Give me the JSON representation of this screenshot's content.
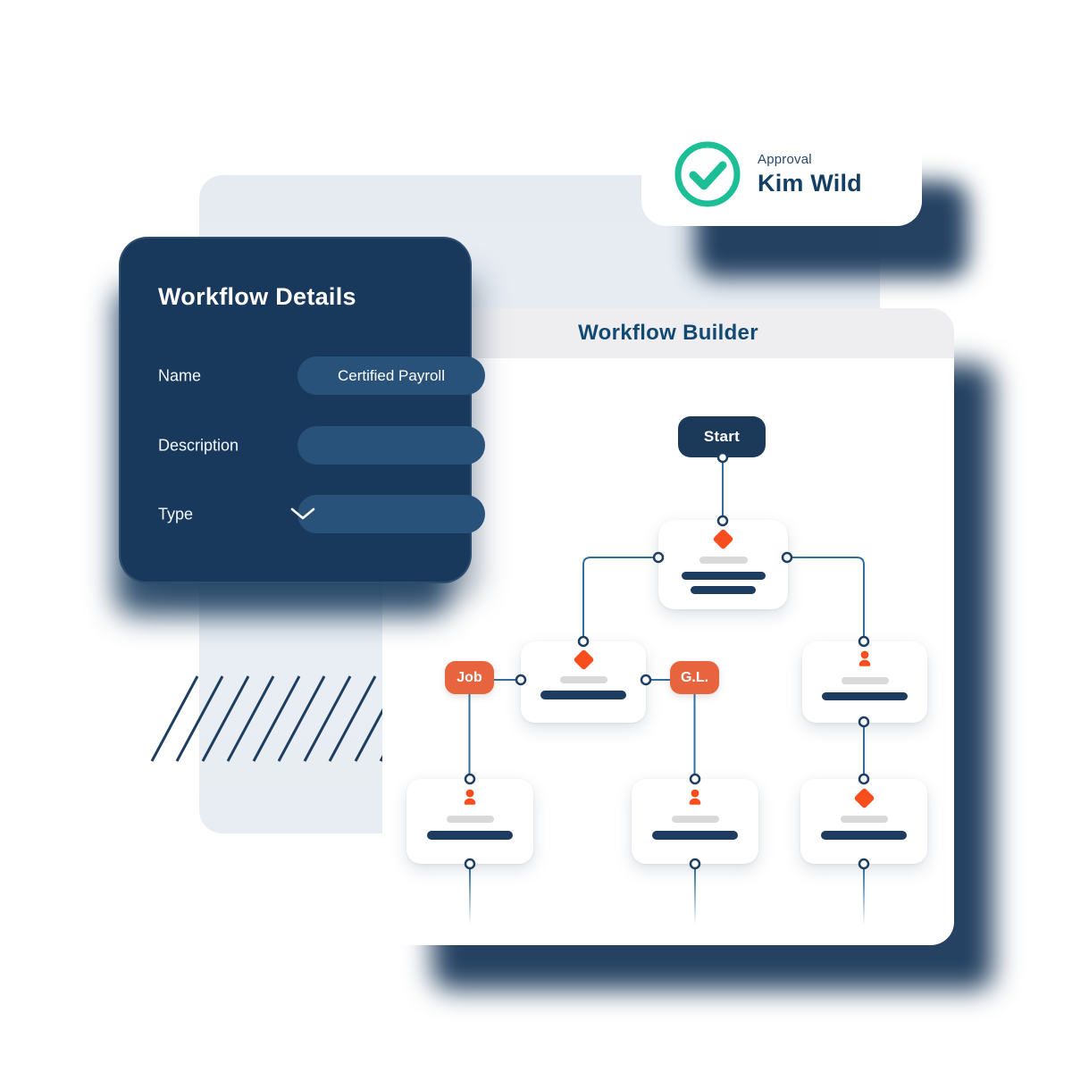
{
  "colors": {
    "navy_panel": "#18395B",
    "navy_field": "#29527B",
    "navy_heading": "#134A72",
    "navy_node": "#1B3A5A",
    "pill_navy": "#1E3C5F",
    "pill_gray": "#D9D9D9",
    "orange_accent": "#F84D1D",
    "orange_badge": "#E7643E",
    "green_check": "#1CBE95",
    "connector_blue": "#2F6F9D",
    "backdrop_blue": "#E8EDF3",
    "header_band_gray": "#EEEEF0",
    "shadow_navy": "#19385A"
  },
  "approval_card": {
    "label": "Approval",
    "name": "Kim Wild",
    "icon": "check-circle-icon"
  },
  "details_panel": {
    "title": "Workflow Details",
    "fields": [
      {
        "label": "Name",
        "value": "Certified Payroll",
        "placeholder": ""
      },
      {
        "label": "Description",
        "value": "",
        "placeholder": ""
      },
      {
        "label": "Type",
        "value": "",
        "placeholder": "",
        "control": "dropdown"
      }
    ]
  },
  "builder": {
    "title": "Workflow Builder",
    "start_label": "Start",
    "badges": [
      {
        "label": "Job"
      },
      {
        "label": "G.L."
      }
    ],
    "nodes": [
      {
        "id": "start",
        "type": "start",
        "label": "Start"
      },
      {
        "id": "step-1",
        "type": "decision",
        "icon": "diamond-icon"
      },
      {
        "id": "step-2",
        "type": "decision",
        "icon": "diamond-icon"
      },
      {
        "id": "step-3",
        "type": "approver",
        "icon": "person-icon"
      },
      {
        "id": "step-4",
        "type": "approver",
        "icon": "person-icon"
      },
      {
        "id": "step-5",
        "type": "approver",
        "icon": "person-icon"
      },
      {
        "id": "step-6",
        "type": "decision",
        "icon": "diamond-icon"
      }
    ]
  }
}
